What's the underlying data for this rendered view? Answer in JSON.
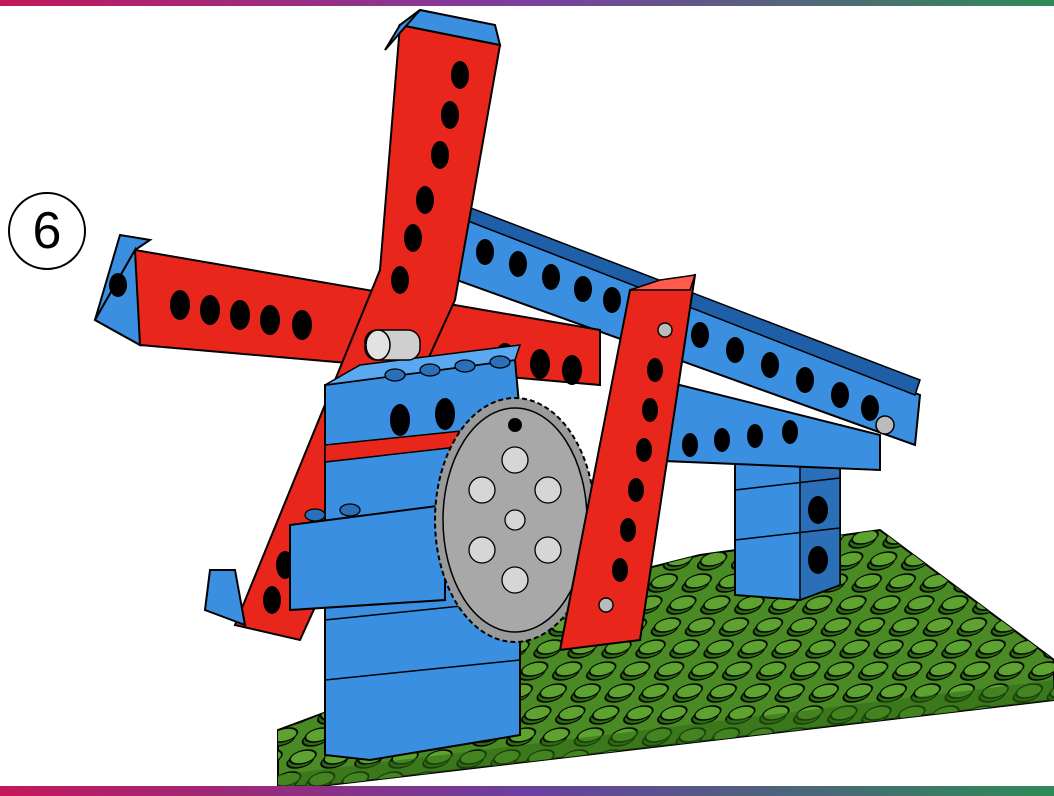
{
  "instruction_step": {
    "number": "6"
  },
  "colors": {
    "red_brick": "#e8261c",
    "blue_brick": "#3a8fe0",
    "green_baseplate": "#4a8a24",
    "gear_gray": "#a8a8a8",
    "outline": "#000000"
  },
  "illustration": {
    "parts": [
      "red-beam",
      "blue-beam",
      "blue-brick",
      "gray-gear",
      "green-baseplate",
      "gray-axle-peg"
    ]
  }
}
